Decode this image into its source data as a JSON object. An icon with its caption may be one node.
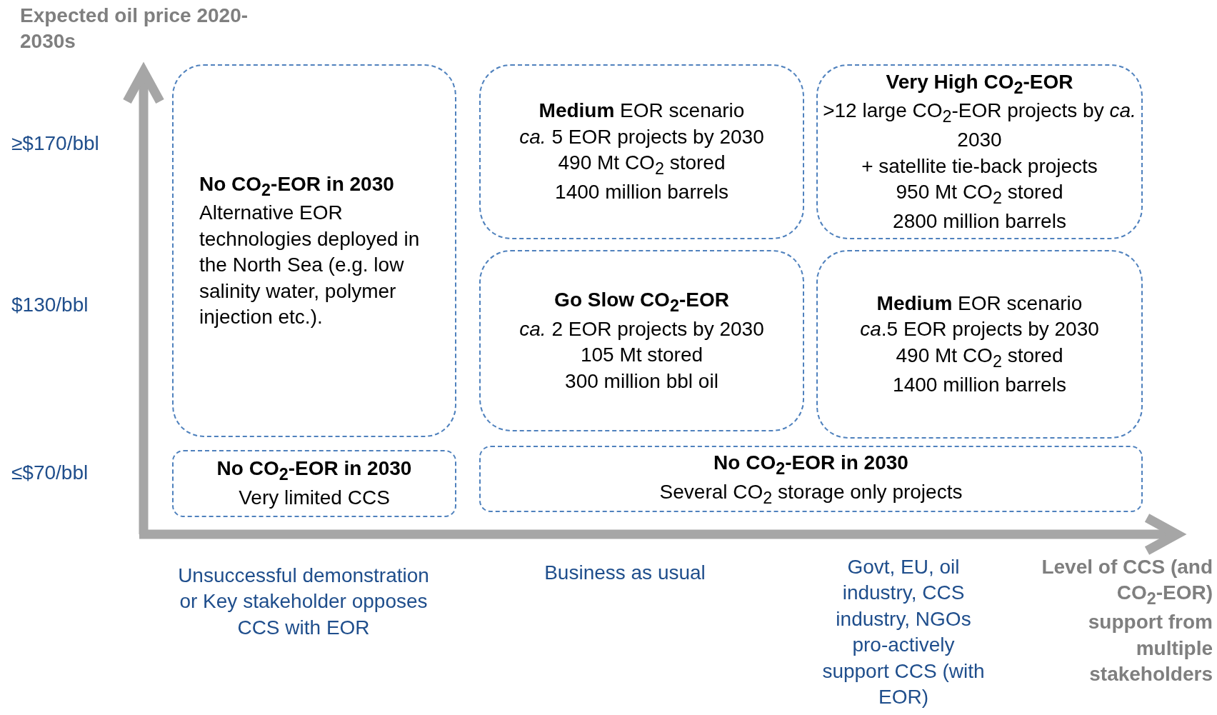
{
  "diagram": {
    "nodes": [
      {
        "text": [
          "No CO$_{2}$-EOR in 2030",
          "Alternative EOR technologies deployed in the North Sea (e.g. low salinity water, polymer injection etc.)."
        ]
      },
      {
        "text": [
          "**Medium** EOR scenario",
          "*ca.* 5 EOR projects by 2030",
          "490 Mt CO$_{2}$ stored",
          "1400 million barrels"
        ]
      },
      {
        "text": [
          "Very High CO$_{2}$-EOR",
          ">12 large CO$_{2}$-EOR projects by *ca.* 2030",
          "+ satellite tie-back projects",
          "950 Mt CO$_{2}$ stored",
          "2800 million barrels"
        ]
      },
      {
        "text": [
          "Go Slow CO$_{2}$-EOR",
          "*ca.* 2 EOR projects by 2030",
          "105 Mt stored",
          "300 million bbl oil"
        ]
      },
      {
        "text": [
          "**Medium** EOR scenario",
          "*ca*.5 EOR projects by 2030",
          "490 Mt CO$_{2}$ stored",
          "1400 million barrels"
        ]
      },
      {
        "text": [
          "No CO$_{2}$-EOR in 2030",
          "Very limited CCS"
        ]
      },
      {
        "text": [
          "No CO$_{2}$-EOR in 2030",
          "Several CO$_{2}$ storage only projects"
        ]
      }
    ],
    "edges": [],
    "labels": [
      "Expected oil price 2020-2030s",
      "≥$170/bbl",
      "$130/bbl",
      "≤$70/bbl",
      "Unsuccessful demonstration or Key stakeholder opposes CCS with EOR",
      "Business as usual",
      "Govt, EU, oil industry, CCS industry, NGOs pro-actively support CCS (with EOR)",
      "Level of CCS (and CO$_{2}$-EOR) support from multiple stakeholders"
    ]
  }
}
